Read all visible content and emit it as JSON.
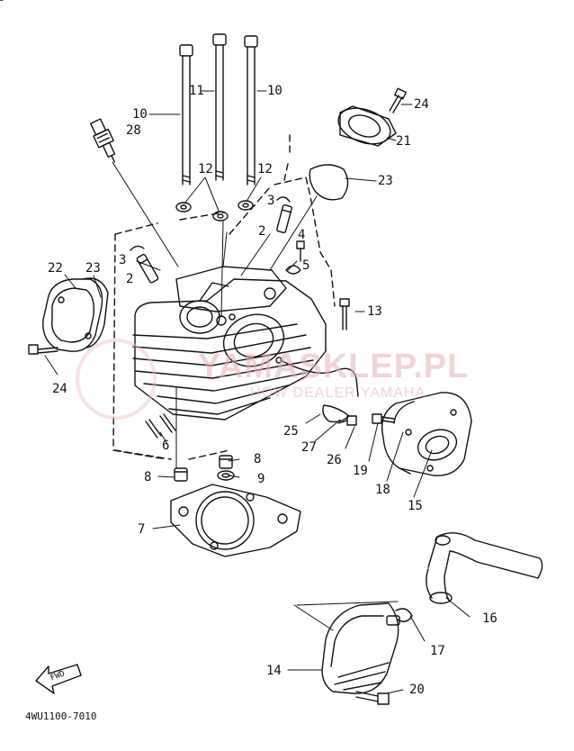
{
  "diagram_code": "4WU1100-7010",
  "fwd_badge": "FWD",
  "watermark": {
    "line1": "YAMASKLEP.PL",
    "line2": "HOW DEALER YAMAHA",
    "color": "#e8a0a0"
  },
  "callouts": [
    {
      "id": "c1",
      "text": "10"
    },
    {
      "id": "c2",
      "text": "11"
    },
    {
      "id": "c3",
      "text": "10"
    },
    {
      "id": "c4",
      "text": "24"
    },
    {
      "id": "c5",
      "text": "28"
    },
    {
      "id": "c6",
      "text": "21"
    },
    {
      "id": "c7",
      "text": "12"
    },
    {
      "id": "c8",
      "text": "12"
    },
    {
      "id": "c9",
      "text": "23"
    },
    {
      "id": "c10",
      "text": "3"
    },
    {
      "id": "c11",
      "text": "2"
    },
    {
      "id": "c12",
      "text": "4"
    },
    {
      "id": "c13",
      "text": "5"
    },
    {
      "id": "c14",
      "text": "22"
    },
    {
      "id": "c15",
      "text": "23"
    },
    {
      "id": "c16",
      "text": "3"
    },
    {
      "id": "c17",
      "text": "2"
    },
    {
      "id": "c18",
      "text": "13"
    },
    {
      "id": "c19",
      "text": "24"
    },
    {
      "id": "c20",
      "text": "25"
    },
    {
      "id": "c21",
      "text": "27"
    },
    {
      "id": "c22",
      "text": "26"
    },
    {
      "id": "c23",
      "text": "19"
    },
    {
      "id": "c24",
      "text": "18"
    },
    {
      "id": "c25",
      "text": "15"
    },
    {
      "id": "c26",
      "text": "6"
    },
    {
      "id": "c27",
      "text": "8"
    },
    {
      "id": "c28",
      "text": "8"
    },
    {
      "id": "c29",
      "text": "9"
    },
    {
      "id": "c30",
      "text": "7"
    },
    {
      "id": "c31",
      "text": "16"
    },
    {
      "id": "c32",
      "text": "17"
    },
    {
      "id": "c33",
      "text": "14"
    },
    {
      "id": "c34",
      "text": "20"
    }
  ]
}
